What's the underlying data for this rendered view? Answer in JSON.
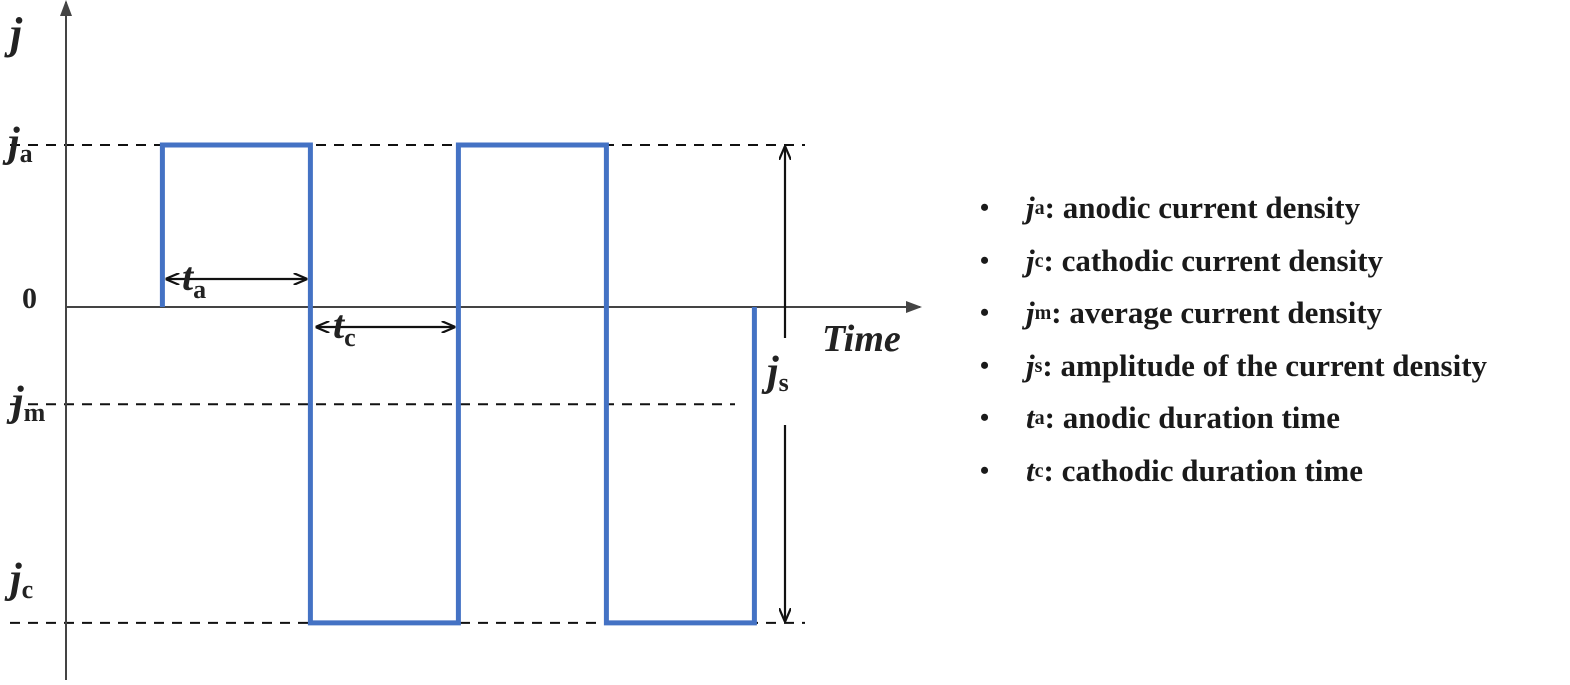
{
  "axes": {
    "y_label": {
      "main": "j",
      "sub": ""
    },
    "x_label": "Time",
    "zero_label": "0"
  },
  "levels": [
    {
      "key": "ja",
      "main": "j",
      "sub": "a",
      "value": 1.0
    },
    {
      "key": "jm",
      "main": "j",
      "sub": "m",
      "value": -0.6
    },
    {
      "key": "jc",
      "main": "j",
      "sub": "c",
      "value": -1.95
    }
  ],
  "waveform": {
    "color": "#4472c4",
    "points": [
      [
        0.3,
        0
      ],
      [
        0.3,
        1.0
      ],
      [
        1.3,
        1.0
      ],
      [
        1.3,
        -1.95
      ],
      [
        2.3,
        -1.95
      ],
      [
        2.3,
        1.0
      ],
      [
        3.3,
        1.0
      ],
      [
        3.3,
        -1.95
      ],
      [
        4.3,
        -1.95
      ],
      [
        4.3,
        0
      ]
    ]
  },
  "spans": {
    "ta": {
      "main": "t",
      "sub": "a",
      "from": 0.3,
      "to": 1.3
    },
    "tc": {
      "main": "t",
      "sub": "c",
      "from": 1.3,
      "to": 2.3
    },
    "js": {
      "main": "j",
      "sub": "s"
    }
  },
  "legend": [
    {
      "bullet": "•",
      "main": "j",
      "sub": "a",
      "text": ": anodic current density"
    },
    {
      "bullet": "•",
      "main": "j",
      "sub": "c",
      "text": ": cathodic current density"
    },
    {
      "bullet": "•",
      "main": "j",
      "sub": "m",
      "text": ": average current density"
    },
    {
      "bullet": "•",
      "main": "j",
      "sub": "s",
      "text": ": amplitude of the current density"
    },
    {
      "bullet": "•",
      "main": "t",
      "sub": "a",
      "text": ": anodic duration time"
    },
    {
      "bullet": "•",
      "main": "t",
      "sub": "c",
      "text": ": cathodic duration time"
    }
  ]
}
